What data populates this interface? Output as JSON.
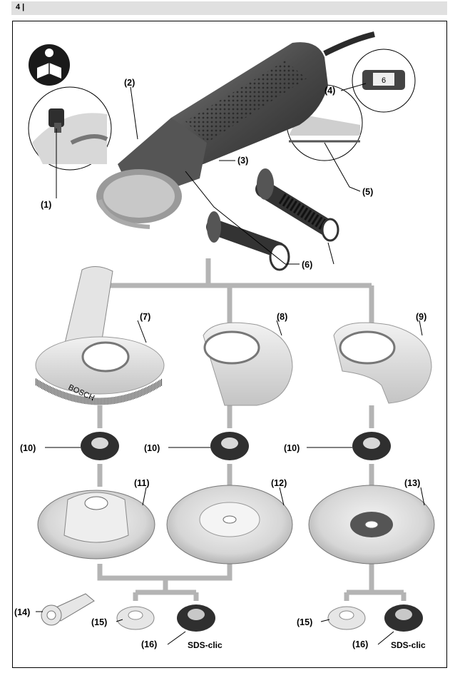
{
  "header": {
    "page_number": "4 |"
  },
  "callouts": {
    "c1": "(1)",
    "c2": "(2)",
    "c3": "(3)",
    "c4": "(4)",
    "c5": "(5)",
    "c6": "(6)",
    "c7": "(7)",
    "c8": "(8)",
    "c9": "(9)",
    "c10a": "(10)",
    "c10b": "(10)",
    "c10c": "(10)",
    "c11": "(11)",
    "c12": "(12)",
    "c13": "(13)",
    "c14": "(14)",
    "c15a": "(15)",
    "c15b": "(15)",
    "c16a": "(16)",
    "c16b": "(16)"
  },
  "labels": {
    "sds_left": "SDS-clic",
    "sds_right": "SDS-clic",
    "dial_value": "6",
    "disc_brand": "BOSCH"
  },
  "icons": [
    "read-manual-icon"
  ],
  "colors": {
    "connector_gray": "#b4b4b4",
    "tool_dark": "#3c3c3c",
    "metal_light": "#e6e6e6",
    "header_gray": "#e0e0e0"
  }
}
